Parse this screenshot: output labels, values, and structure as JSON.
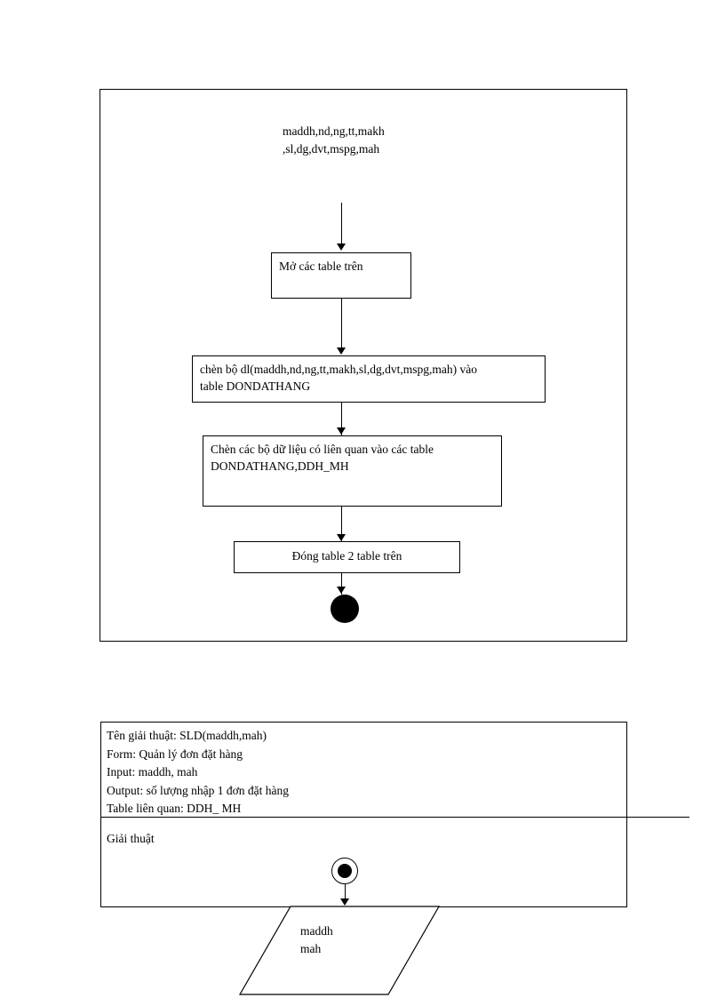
{
  "diagram1": {
    "input_params": "maddh,nd,ng,tt,makh\n,sl,dg,dvt,mspg,mah",
    "steps": [
      {
        "label": "Mở các table  trên"
      },
      {
        "label": "chèn bộ dl(maddh,nd,ng,tt,makh,sl,dg,dvt,mspg,mah)     vào\ntable  DONDATHANG"
      },
      {
        "label": "Chèn các bộ dữ liệu  có liên  quan vào các table\nDONDATHANG,DDH_MH"
      },
      {
        "label": "Đóng table  2 table trên"
      }
    ],
    "end_node_name": "end-node"
  },
  "diagram2": {
    "spec": "Tên giải  thuật:  SLD(maddh,mah)\nForm:  Quản lý  đơn đặt hàng\nInput:  maddh,  mah\nOutput:  số lượng  nhập  1 đơn đặt hàng\nTable liên  quan:  DDH_ MH",
    "spec_lines": [
      "Tên giải  thuật:  SLD(maddh,mah)",
      "Form:  Quản lý  đơn đặt hàng",
      "Input:  maddh,  mah",
      "Output:  số lượng  nhập  1 đơn đặt hàng",
      "Table liên  quan:  DDH_ MH"
    ],
    "section_label": "Giải  thuật",
    "input_symbol_text": "maddh\nmah"
  },
  "colors": {
    "stroke": "#000000",
    "background": "#ffffff"
  }
}
